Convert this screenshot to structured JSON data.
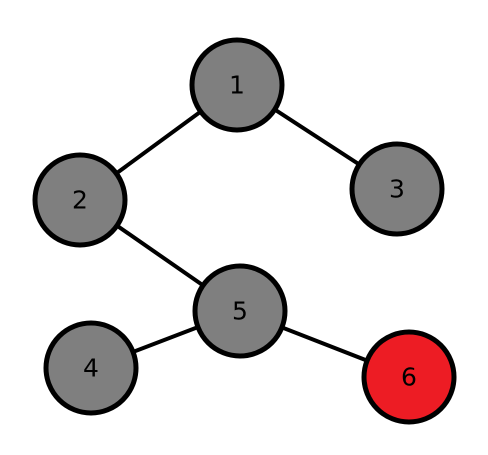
{
  "graph": {
    "nodes": [
      {
        "id": "1",
        "label": "1",
        "fill": "#7f7f7f"
      },
      {
        "id": "2",
        "label": "2",
        "fill": "#7f7f7f"
      },
      {
        "id": "3",
        "label": "3",
        "fill": "#7f7f7f"
      },
      {
        "id": "4",
        "label": "4",
        "fill": "#7f7f7f"
      },
      {
        "id": "5",
        "label": "5",
        "fill": "#7f7f7f"
      },
      {
        "id": "6",
        "label": "6",
        "fill": "#ed1c24"
      }
    ],
    "edges": [
      {
        "from": "1",
        "to": "2"
      },
      {
        "from": "1",
        "to": "3"
      },
      {
        "from": "2",
        "to": "5"
      },
      {
        "from": "5",
        "to": "4"
      },
      {
        "from": "5",
        "to": "6"
      }
    ],
    "colors": {
      "default_node": "#7f7f7f",
      "highlighted_node": "#ed1c24",
      "stroke": "#000000",
      "background": "#ffffff"
    }
  }
}
